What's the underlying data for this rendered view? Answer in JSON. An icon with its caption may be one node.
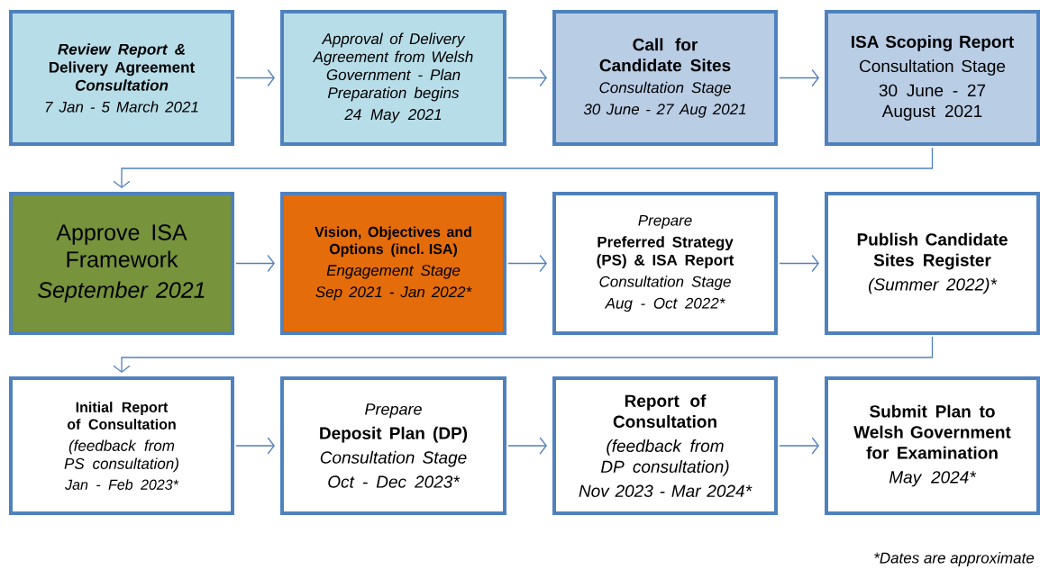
{
  "diagram": {
    "nodes": [
      {
        "text": [
          "*Review Report &* Delivery Agreement *Consultation*",
          "7 Jan - 5 March 2021"
        ]
      },
      {
        "text": [
          "Approval of Delivery Agreement from Welsh Government - Plan Preparation begins",
          "24 May 2021"
        ]
      },
      {
        "text": [
          "Call for Candidate Sites",
          "Consultation Stage",
          "30 June - 27 Aug 2021"
        ]
      },
      {
        "text": [
          "ISA Scoping Report",
          "Consultation Stage",
          "30 June - 27 August 2021"
        ]
      },
      {
        "text": [
          "Approve ISA Framework",
          "September 2021"
        ]
      },
      {
        "text": [
          "Vision, Objectives and Options (incl. ISA)",
          "Engagement Stage",
          "Sep 2021 - Jan 2022*"
        ]
      },
      {
        "text": [
          "Prepare",
          "Preferred Strategy (PS) & ISA Report",
          "Consultation Stage",
          "Aug - Oct 2022*"
        ]
      },
      {
        "text": [
          "Publish Candidate Sites Register",
          "(Summer 2022)*"
        ]
      },
      {
        "text": [
          "Initial Report of Consultation",
          "(feedback from PS consultation)",
          "Jan - Feb 2023*"
        ]
      },
      {
        "text": [
          "Prepare",
          "Deposit Plan (DP)",
          "Consultation Stage",
          "Oct - Dec 2023*"
        ]
      },
      {
        "text": [
          "Report of Consultation",
          "(feedback from DP consultation)",
          "Nov 2023 - Mar 2024*"
        ]
      },
      {
        "text": [
          "Submit Plan to Welsh Government for Examination",
          "May 2024*"
        ]
      }
    ],
    "edges": [
      {
        "from": 0,
        "to": 1,
        "arrow": "to"
      },
      {
        "from": 1,
        "to": 2,
        "arrow": "to"
      },
      {
        "from": 2,
        "to": 3,
        "arrow": "to"
      },
      {
        "from": 3,
        "to": 4,
        "arrow": "to"
      },
      {
        "from": 4,
        "to": 5,
        "arrow": "to"
      },
      {
        "from": 5,
        "to": 6,
        "arrow": "to"
      },
      {
        "from": 6,
        "to": 7,
        "arrow": "to"
      },
      {
        "from": 7,
        "to": 8,
        "arrow": "to"
      },
      {
        "from": 8,
        "to": 9,
        "arrow": "to"
      },
      {
        "from": 9,
        "to": 10,
        "arrow": "to"
      },
      {
        "from": 10,
        "to": 11,
        "arrow": "to"
      }
    ],
    "labels": [
      "*Dates are approximate"
    ]
  }
}
